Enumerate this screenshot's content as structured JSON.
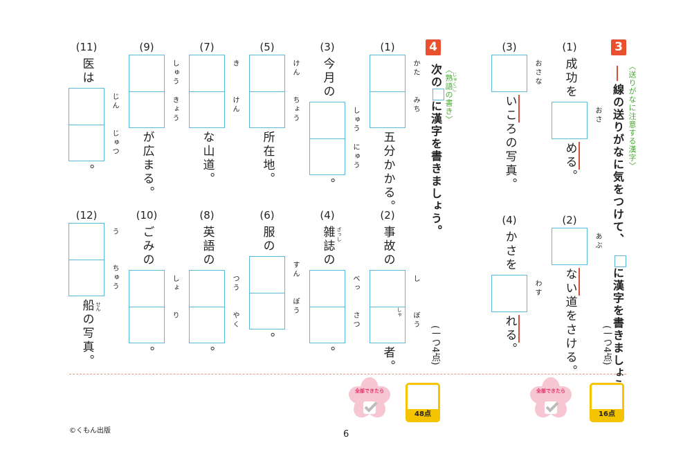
{
  "section3": {
    "number": "3",
    "subtitle": "〈送りがなに注意する漢字〉",
    "instruction_a": "線の送りがなに気をつけて、",
    "instruction_b": "に漢字を書きましょう。",
    "points": "(一つ4点)",
    "items": [
      {
        "num": "(1)",
        "before": "成功を",
        "readings": [
          "おさ"
        ],
        "after": "める。"
      },
      {
        "num": "(2)",
        "before": "",
        "readings": [
          "あぶ"
        ],
        "after": "ない道をさける。"
      },
      {
        "num": "(3)",
        "before": "",
        "readings": [
          "おさな"
        ],
        "after": "いころの写真。"
      },
      {
        "num": "(4)",
        "before": "かさを",
        "readings": [
          "わす"
        ],
        "after": "れる。"
      }
    ]
  },
  "section4": {
    "number": "4",
    "subtitle": "〈熟語の書き〉",
    "subtitle_ruby": "じゅくご",
    "instruction_a": "次の",
    "instruction_b": "に漢字を書きましょう。",
    "points": "(一つ4点)",
    "items": [
      {
        "num": "(1)",
        "before": "",
        "readings": [
          "かた",
          "みち"
        ],
        "after": "五分かかる。"
      },
      {
        "num": "(2)",
        "before": "事故の",
        "readings": [
          "し",
          "ぼう"
        ],
        "after": "者。",
        "after_ruby": "しゃ"
      },
      {
        "num": "(3)",
        "before": "今月の",
        "readings": [
          "しゅう",
          "にゅう"
        ],
        "after": "。"
      },
      {
        "num": "(4)",
        "before": "雑誌の",
        "before_ruby": "ざっし",
        "readings": [
          "べっ",
          "さつ"
        ],
        "after": "。"
      },
      {
        "num": "(5)",
        "before": "",
        "readings": [
          "けん",
          "ちょう"
        ],
        "after": "所在地。"
      },
      {
        "num": "(6)",
        "before": "服の",
        "readings": [
          "すん",
          "ぽう"
        ],
        "after": "。"
      },
      {
        "num": "(7)",
        "before": "",
        "readings": [
          "き",
          "けん"
        ],
        "after": "な山道。"
      },
      {
        "num": "(8)",
        "before": "英語の",
        "readings": [
          "つう",
          "やく"
        ],
        "after": "。"
      },
      {
        "num": "(9)",
        "before": "",
        "readings": [
          "しゅう",
          "きょう"
        ],
        "after": "が広まる。"
      },
      {
        "num": "(10)",
        "before": "ごみの",
        "readings": [
          "しょ",
          "り"
        ],
        "after": "。"
      },
      {
        "num": "(11)",
        "before": "医は",
        "readings": [
          "じん",
          "じゅつ"
        ],
        "after": "。"
      },
      {
        "num": "(12)",
        "before": "",
        "readings": [
          "う",
          "ちゅう"
        ],
        "after": "船の写真。",
        "after_ruby": "せん"
      }
    ]
  },
  "rewards": [
    {
      "label": "全部できたら",
      "score": "48点"
    },
    {
      "label": "全部できたら",
      "score": "16点"
    }
  ],
  "footer": {
    "copyright": "©くもん出版",
    "page": "6"
  },
  "colors": {
    "accent": "#e8502e",
    "box": "#5bb8d8",
    "green": "#4aa835",
    "score": "#f5c400"
  }
}
